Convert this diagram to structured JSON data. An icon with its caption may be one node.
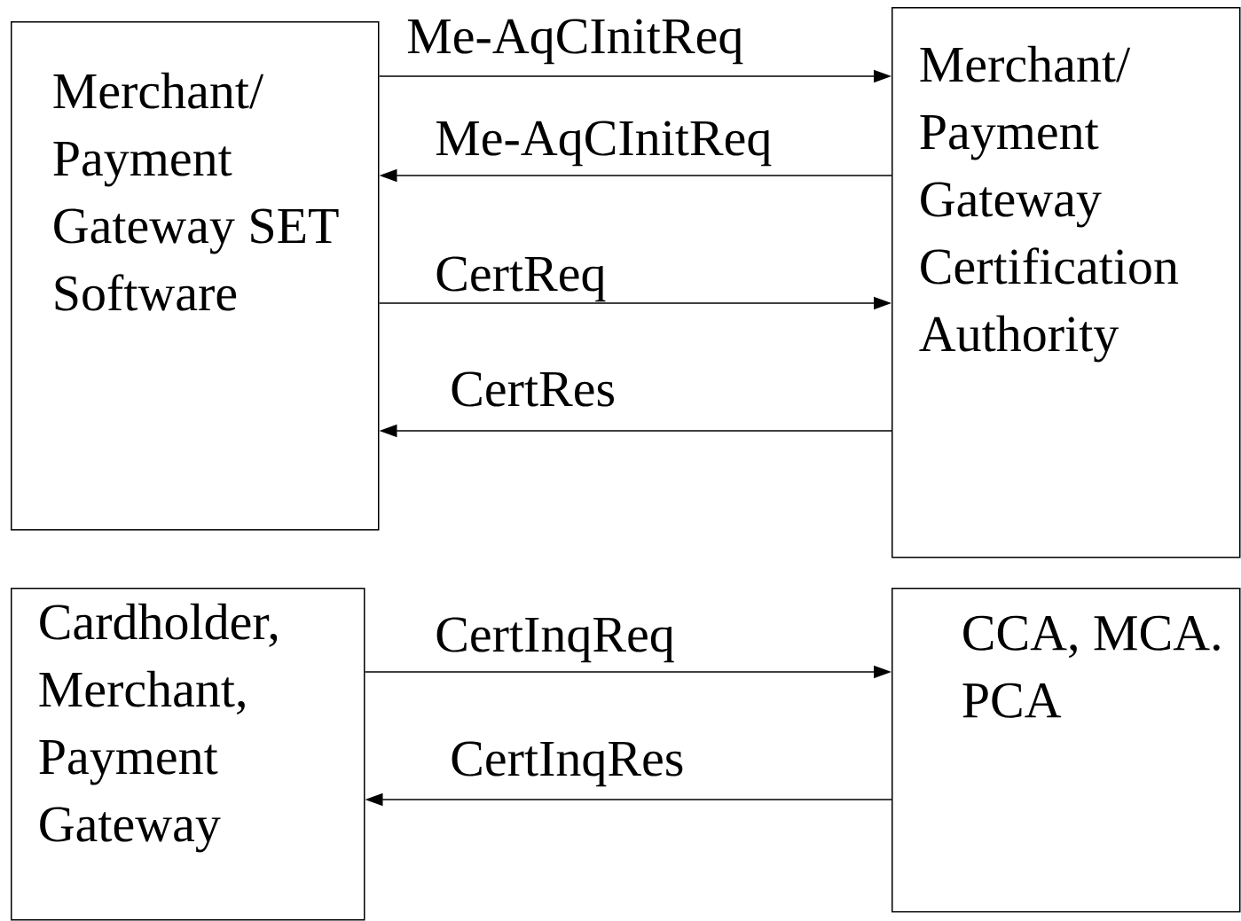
{
  "diagram": {
    "nodes": [
      {
        "text": [
          "Merchant/ Payment Gateway SET Software"
        ]
      },
      {
        "text": [
          "Merchant/ Payment Gateway Certification Authority"
        ]
      },
      {
        "text": [
          "Cardholder, Merchant, Payment Gateway"
        ]
      },
      {
        "text": [
          "CCA, MCA. PCA"
        ]
      }
    ],
    "edges": [
      {
        "from": 0,
        "to": 1,
        "arrow": "to",
        "label": "Me-AqCInitReq"
      },
      {
        "from": 1,
        "to": 0,
        "arrow": "to",
        "label": "Me-AqCInitReq"
      },
      {
        "from": 0,
        "to": 1,
        "arrow": "to",
        "label": "CertReq"
      },
      {
        "from": 1,
        "to": 0,
        "arrow": "to",
        "label": "CertRes"
      },
      {
        "from": 2,
        "to": 3,
        "arrow": "to",
        "label": "CertInqReq"
      },
      {
        "from": 3,
        "to": 2,
        "arrow": "to",
        "label": "CertInqRes"
      }
    ]
  }
}
